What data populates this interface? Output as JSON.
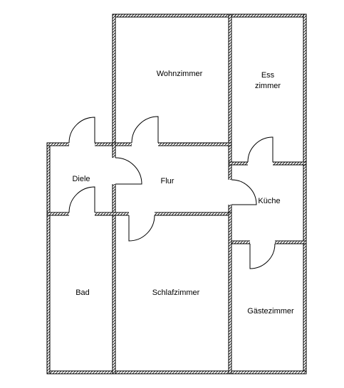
{
  "floorplan": {
    "rooms": {
      "wohnzimmer": "Wohnzimmer",
      "ess_line1": "Ess",
      "ess_line2": "zimmer",
      "diele": "Diele",
      "flur": "Flur",
      "kueche": "Küche",
      "bad": "Bad",
      "schlafzimmer": "Schlafzimmer",
      "gaestezimmer": "Gästezimmer"
    },
    "colors": {
      "wall_fill": "#ffffff",
      "wall_stroke": "#000000",
      "hatch": "#000000"
    }
  }
}
